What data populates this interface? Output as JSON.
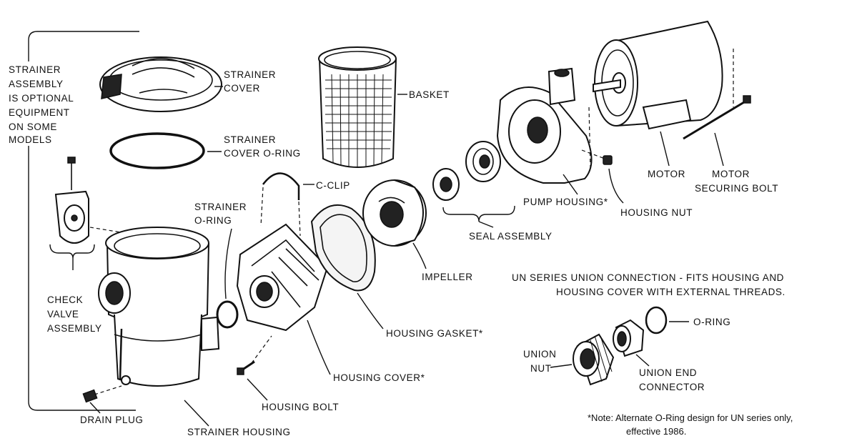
{
  "side_note": [
    "STRAINER",
    "ASSEMBLY",
    "IS OPTIONAL",
    "EQUIPMENT",
    "ON SOME",
    "MODELS"
  ],
  "labels": {
    "strainer_cover": [
      "STRAINER",
      "COVER"
    ],
    "strainer_cover_oring": [
      "STRAINER",
      "COVER O-RING"
    ],
    "basket": "BASKET",
    "c_clip": "C-CLIP",
    "strainer_oring": [
      "STRAINER",
      "O-RING"
    ],
    "check_valve": [
      "CHECK",
      "VALVE",
      "ASSEMBLY"
    ],
    "drain_plug": "DRAIN PLUG",
    "strainer_housing": "STRAINER HOUSING",
    "housing_bolt": "HOUSING BOLT",
    "housing_cover": "HOUSING COVER*",
    "housing_gasket": "HOUSING GASKET*",
    "impeller": "IMPELLER",
    "seal_assembly": "SEAL ASSEMBLY",
    "pump_housing": "PUMP HOUSING*",
    "housing_nut": "HOUSING NUT",
    "motor": "MOTOR",
    "motor_securing_bolt": [
      "MOTOR",
      "SECURING BOLT"
    ],
    "union_title": [
      "UN SERIES UNION CONNECTION - FITS HOUSING AND",
      "HOUSING COVER WITH EXTERNAL THREADS."
    ],
    "oring": "O-RING",
    "union_nut": [
      "UNION",
      "NUT"
    ],
    "union_end_connector": [
      "UNION END",
      "CONNECTOR"
    ]
  },
  "footnote": [
    "*Note:  Alternate O-Ring design for UN series only,",
    "effective 1986."
  ]
}
